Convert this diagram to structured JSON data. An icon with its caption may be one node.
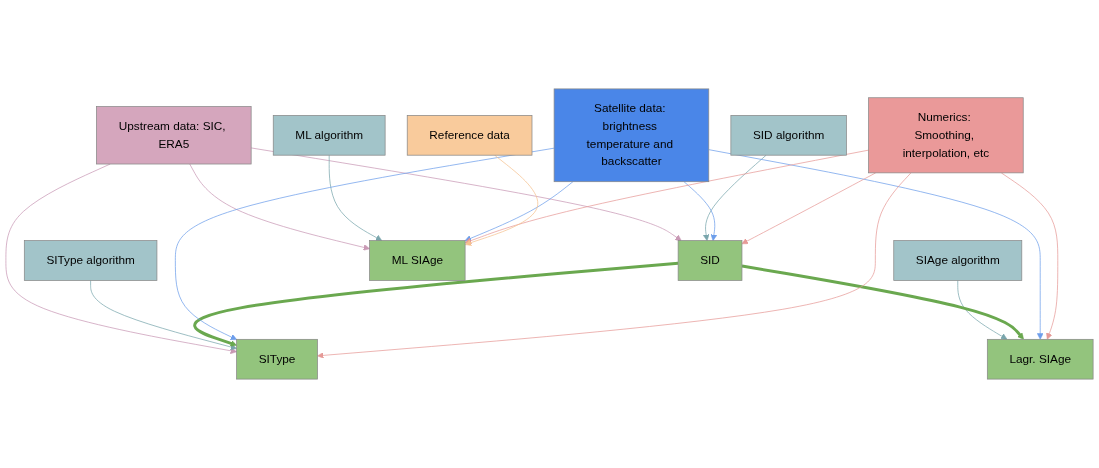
{
  "diagram": {
    "nodes": [
      {
        "text": [
          "Upstream data: SIC, ERA5"
        ]
      },
      {
        "text": [
          "Satellite data: brightness temperature and backscatter"
        ]
      },
      {
        "text": [
          "SIType algorithm"
        ]
      },
      {
        "text": [
          "SIType"
        ]
      },
      {
        "text": [
          "SID algorithm"
        ]
      },
      {
        "text": [
          "SID"
        ]
      },
      {
        "text": [
          "Numerics: Smoothing, interpolation, etc"
        ]
      },
      {
        "text": [
          "SIAge algorithm"
        ]
      },
      {
        "text": [
          "Lagr. SIAge"
        ]
      },
      {
        "text": [
          "ML algorithm"
        ]
      },
      {
        "text": [
          "ML SIAge"
        ]
      },
      {
        "text": [
          "Reference data"
        ]
      }
    ],
    "edges": [
      {
        "from": 0,
        "to": 3,
        "arrow": "to",
        "color": "#c999b5"
      },
      {
        "from": 0,
        "to": 5,
        "arrow": "to",
        "color": "#c999b5"
      },
      {
        "from": 0,
        "to": 10,
        "arrow": "to",
        "color": "#c999b5"
      },
      {
        "from": 2,
        "to": 3,
        "arrow": "to",
        "color": "#7aa6ad"
      },
      {
        "from": 4,
        "to": 5,
        "arrow": "to",
        "color": "#7aa6ad"
      },
      {
        "from": 7,
        "to": 8,
        "arrow": "to",
        "color": "#7aa6ad"
      },
      {
        "from": 9,
        "to": 10,
        "arrow": "to",
        "color": "#7aa6ad"
      },
      {
        "from": 5,
        "to": 3,
        "arrow": "to",
        "style": "thick",
        "color": "#6aa84f"
      },
      {
        "from": 5,
        "to": 8,
        "arrow": "to",
        "style": "thick",
        "color": "#6aa84f"
      },
      {
        "from": 1,
        "to": 3,
        "arrow": "to",
        "color": "#6d9eeb"
      },
      {
        "from": 1,
        "to": 5,
        "arrow": "to",
        "color": "#6d9eeb"
      },
      {
        "from": 1,
        "to": 8,
        "arrow": "to",
        "color": "#6d9eeb"
      },
      {
        "from": 1,
        "to": 10,
        "arrow": "to",
        "color": "#6d9eeb"
      },
      {
        "from": 6,
        "to": 3,
        "arrow": "to",
        "color": "#e69a97"
      },
      {
        "from": 6,
        "to": 5,
        "arrow": "to",
        "color": "#e69a97"
      },
      {
        "from": 6,
        "to": 8,
        "arrow": "to",
        "color": "#e69a97"
      },
      {
        "from": 6,
        "to": 10,
        "arrow": "to",
        "color": "#e69a97"
      },
      {
        "from": 11,
        "to": 10,
        "arrow": "to",
        "color": "#f6c28f"
      }
    ]
  }
}
